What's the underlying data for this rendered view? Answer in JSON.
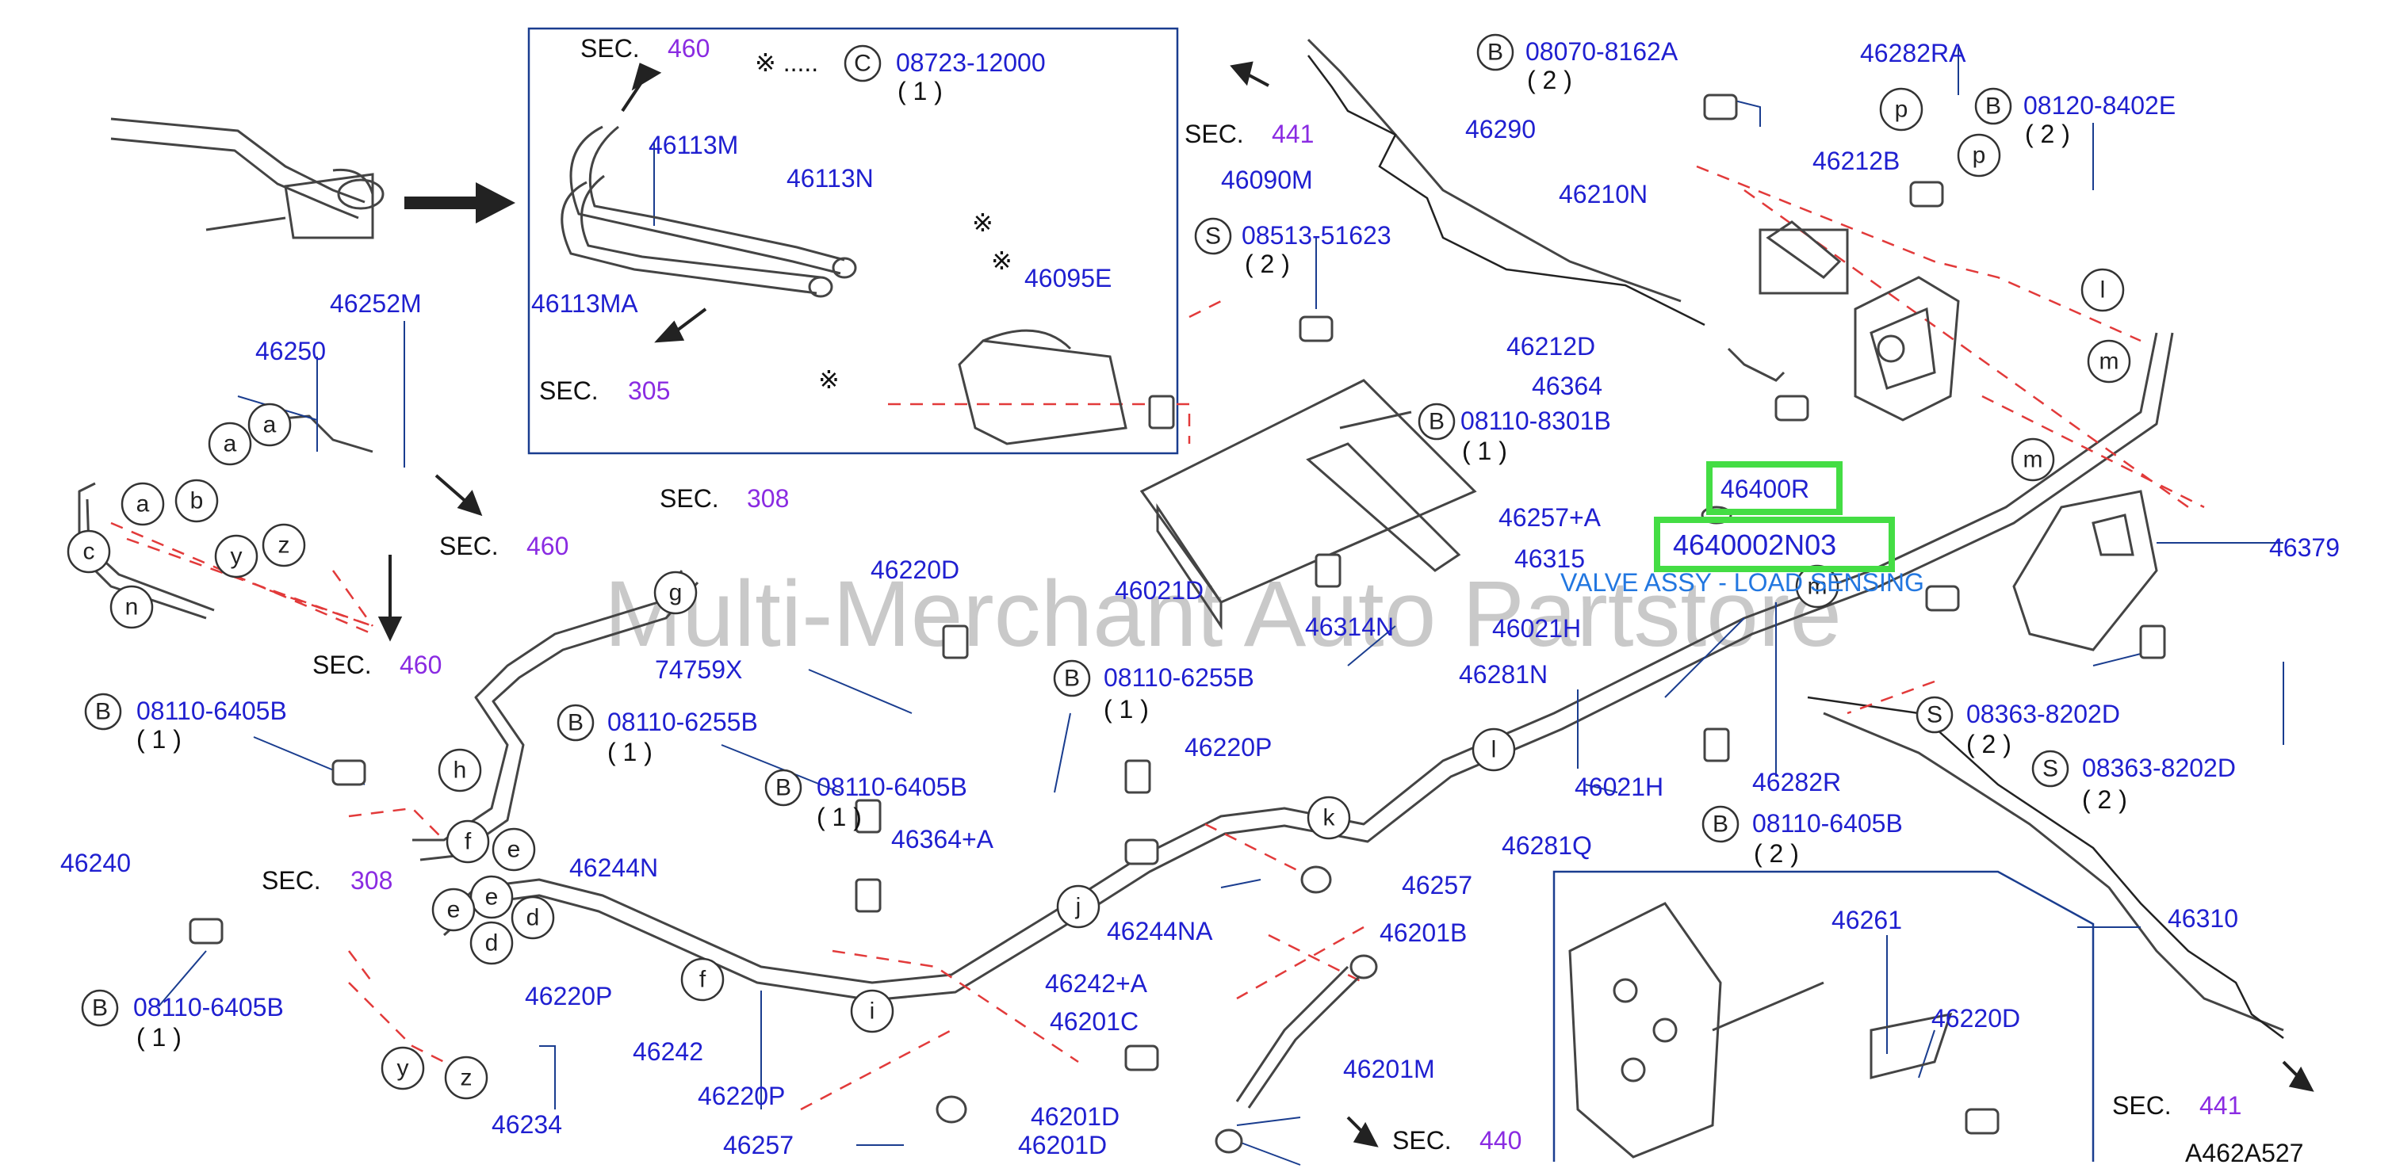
{
  "colors": {
    "part_number": "#1f1fd0",
    "section_number": "#8a2be2",
    "leader_line": "#1a3d8f",
    "dashed_line": "#e23a3a",
    "outline": "#444444",
    "highlight": "#44dd44",
    "description": "#2277e0"
  },
  "watermark": "Multi-Merchant Auto Partstore",
  "footer_code": "A462A527",
  "highlight": {
    "part_a": "46400R",
    "part_b": "4640002N03",
    "description": "VALVE ASSY - LOAD SENSING"
  },
  "note_symbol": "※",
  "note_text": "※ .....",
  "qty": {
    "one": "( 1 )",
    "two": "( 2 )"
  },
  "sections": {
    "s460": "460",
    "s441": "441",
    "s305": "305",
    "s308": "308",
    "s440": "440",
    "label": "SEC."
  },
  "prefixes": {
    "B": "B",
    "C": "C",
    "S": "S"
  },
  "parts": {
    "p46252M": "46252M",
    "p46250": "46250",
    "p46113M": "46113M",
    "p46113N": "46113N",
    "p46113MA": "46113MA",
    "p46095E": "46095E",
    "p46090M": "46090M",
    "p08723": "08723-12000",
    "p08513": "08513-51623",
    "p46290": "46290",
    "p08070": "08070-8162A",
    "p46282RA": "46282RA",
    "p08120": "08120-8402E",
    "p46212B": "46212B",
    "p46210N": "46210N",
    "p46212D": "46212D",
    "p46364": "46364",
    "p08110_8301B": "08110-8301B",
    "p46257A": "46257+A",
    "p46315": "46315",
    "p46379": "46379",
    "p46021D": "46021D",
    "p46314N": "46314N",
    "p46021H": "46021H",
    "p46220D": "46220D",
    "p74759X": "74759X",
    "p08110_6255B": "08110-6255B",
    "p46281N": "46281N",
    "p46220P": "46220P",
    "p08110_6405B": "08110-6405B",
    "p46364A": "46364+A",
    "p46281Q": "46281Q",
    "p46282R": "46282R",
    "p08363": "08363-8202D",
    "p46240": "46240",
    "p46244N": "46244N",
    "p46244NA": "46244NA",
    "p46257": "46257",
    "p46201B": "46201B",
    "p46242A": "46242+A",
    "p46201C": "46201C",
    "p46242": "46242",
    "p46234": "46234",
    "p46201M": "46201M",
    "p46201D": "46201D",
    "p46310": "46310",
    "p46261": "46261"
  },
  "circle_letters": {
    "a": "a",
    "b": "b",
    "c": "c",
    "d": "d",
    "e": "e",
    "f": "f",
    "g": "g",
    "h": "h",
    "i": "i",
    "j": "j",
    "k": "k",
    "l": "l",
    "m": "m",
    "n": "n",
    "p": "p",
    "y": "y",
    "z": "z"
  }
}
